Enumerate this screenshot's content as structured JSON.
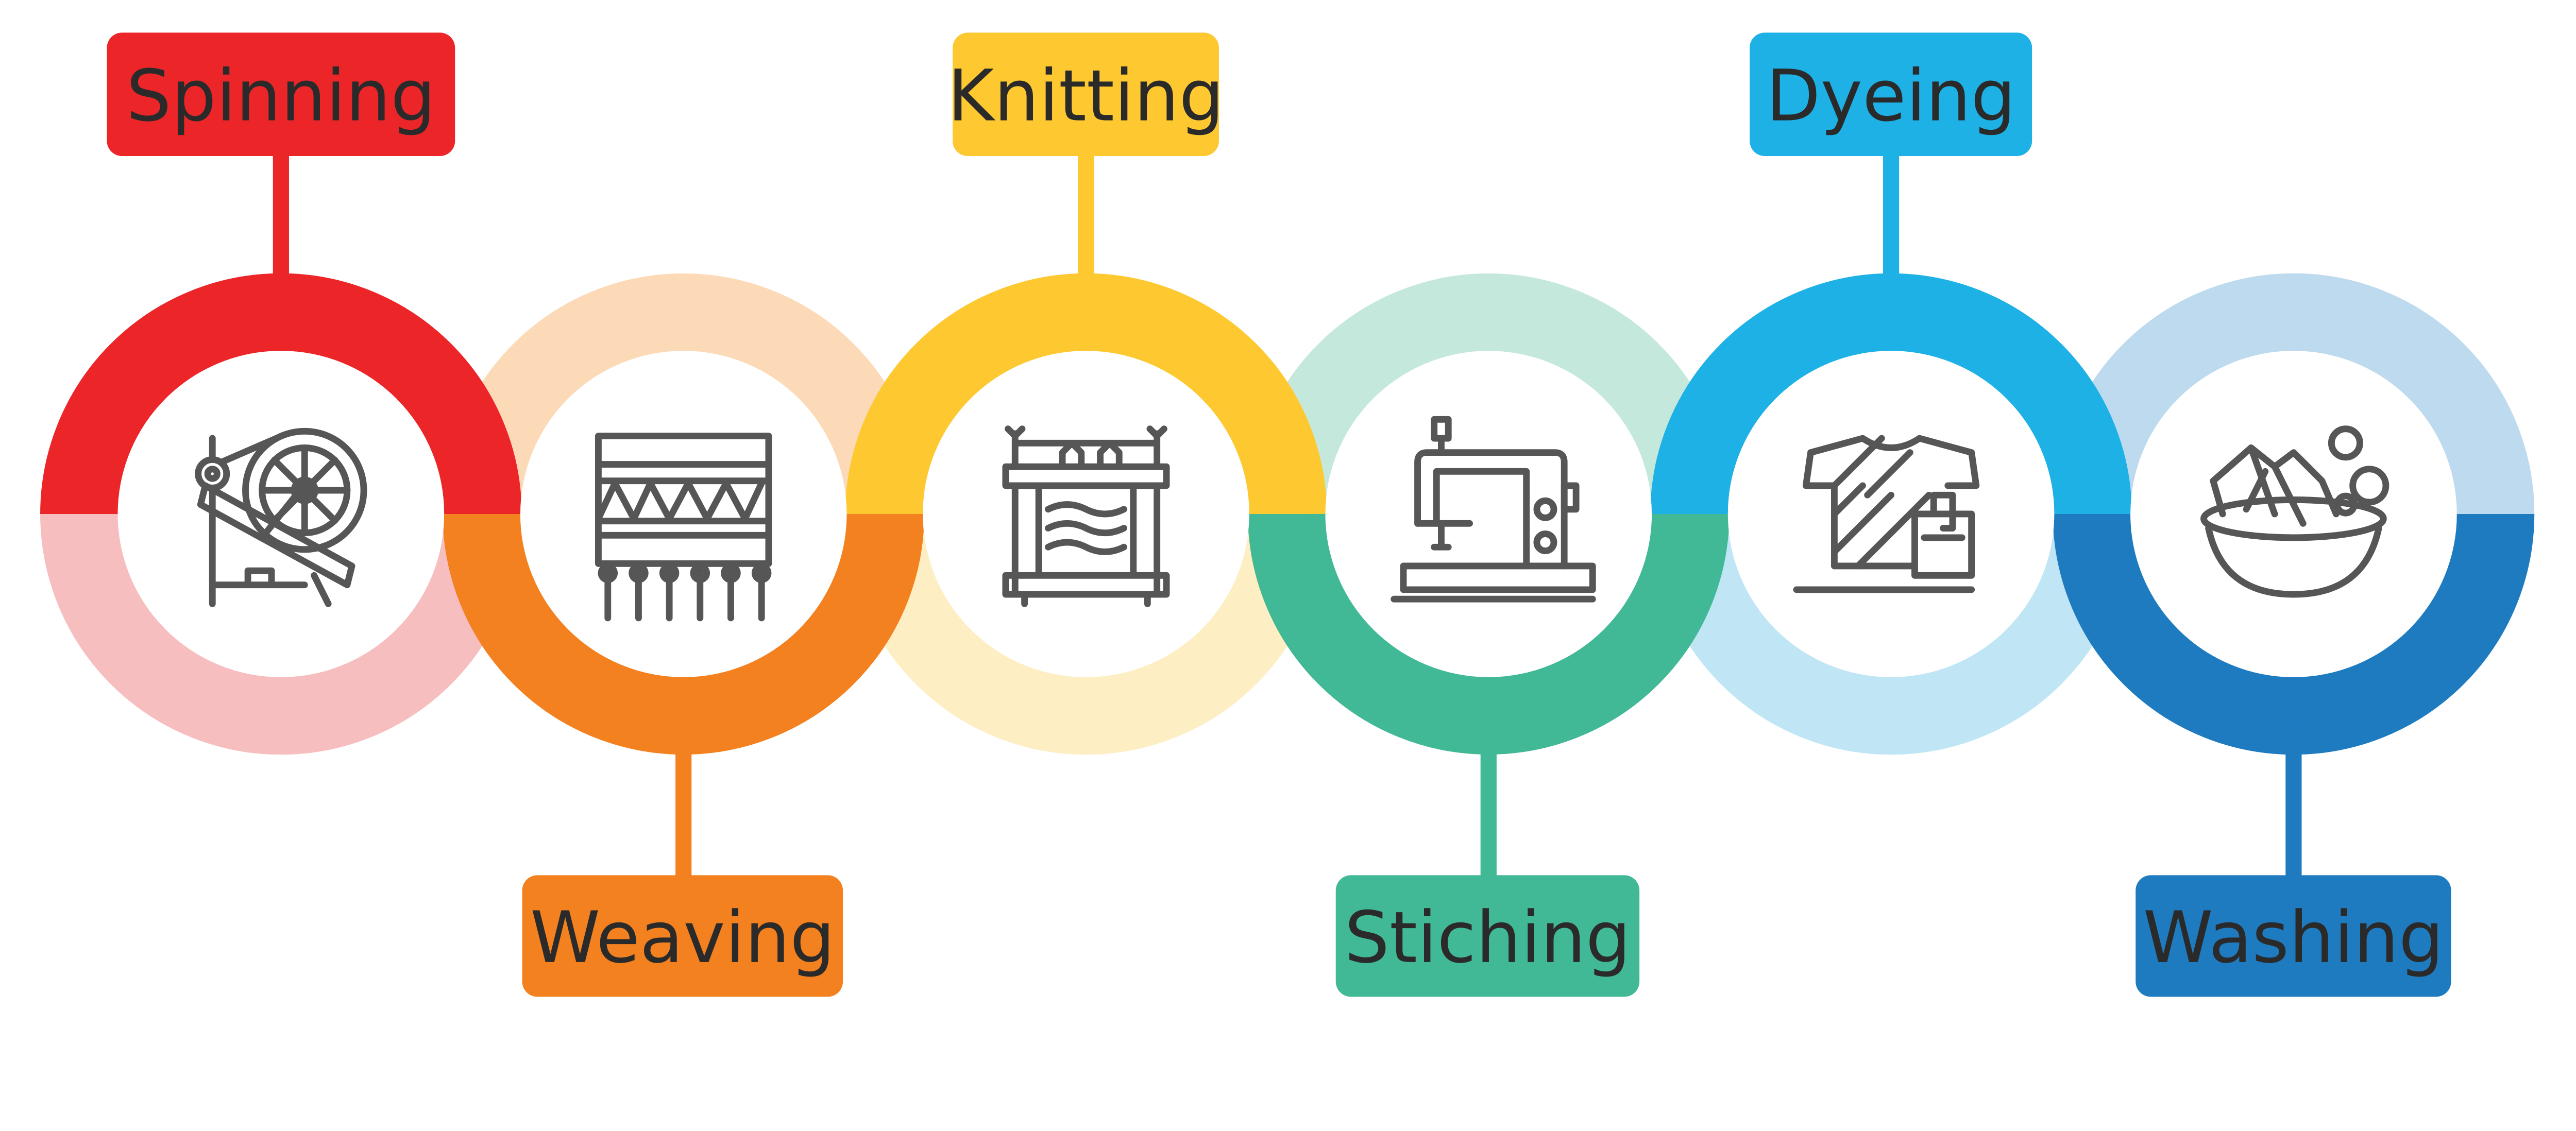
{
  "steps": [
    {
      "label": "Spinning",
      "icon": "spinning-wheel-icon",
      "color": "#EC2529",
      "light": "#F7BEBF",
      "position": "top"
    },
    {
      "label": "Weaving",
      "icon": "loom-tapestry-icon",
      "color": "#F38120",
      "light": "#FCDAB8",
      "position": "bottom"
    },
    {
      "label": "Knitting",
      "icon": "knitting-machine-icon",
      "color": "#FDC830",
      "light": "#FEEEC4",
      "position": "top"
    },
    {
      "label": "Stiching",
      "icon": "sewing-machine-icon",
      "color": "#42B996",
      "light": "#C5E8DD",
      "position": "bottom"
    },
    {
      "label": "Dyeing",
      "icon": "dyed-tshirt-icon",
      "color": "#1DB1E6",
      "light": "#C0E6F6",
      "position": "top"
    },
    {
      "label": "Washing",
      "icon": "washing-bowl-icon",
      "color": "#1F7BC0",
      "light": "#BEDAEE",
      "position": "bottom"
    }
  ]
}
